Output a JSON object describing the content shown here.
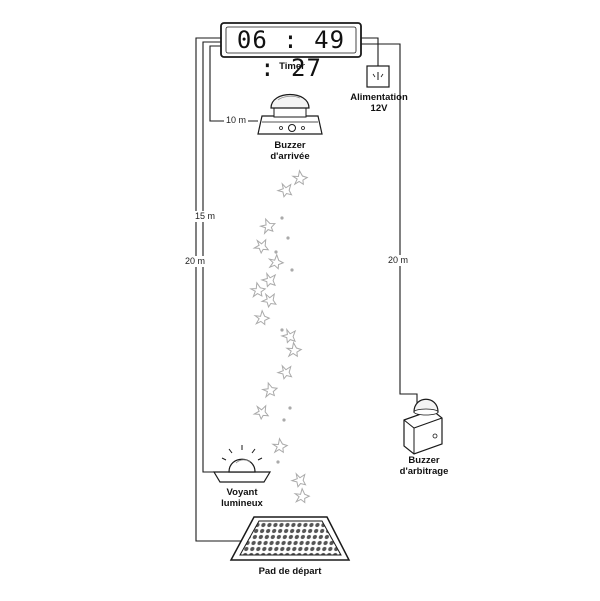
{
  "timer": {
    "display": "06 : 49 : 27",
    "label": "Timer"
  },
  "power": {
    "label_line1": "Alimentation",
    "label_line2": "12V"
  },
  "arrival_buzzer": {
    "label_line1": "Buzzer",
    "label_line2": "d'arrivée"
  },
  "referee_buzzer": {
    "label_line1": "Buzzer",
    "label_line2": "d'arbitrage"
  },
  "light": {
    "label_line1": "Voyant",
    "label_line2": "lumineux"
  },
  "start_pad": {
    "label": "Pad de départ"
  },
  "distances": {
    "timer_to_arrival": "10 m",
    "timer_to_light": "15 m",
    "timer_to_pad": "20 m",
    "timer_to_referee": "20 m"
  },
  "colors": {
    "line": "#1a1a1a",
    "footprint": "#aaaaaa"
  }
}
